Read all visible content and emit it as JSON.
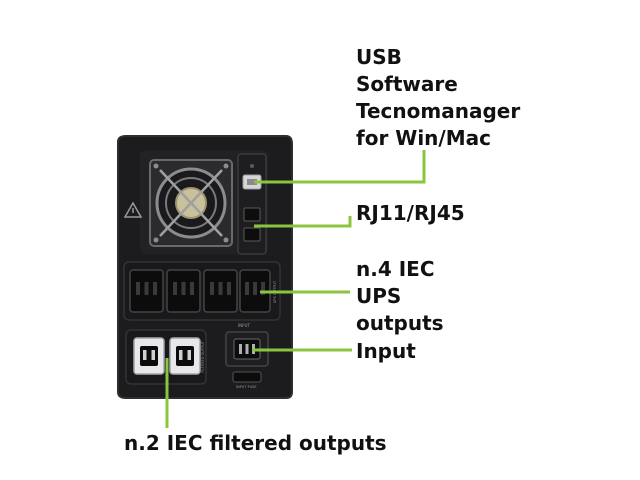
{
  "labels": {
    "usb": [
      "USB",
      "Software",
      "Tecnomanager",
      "for Win/Mac"
    ],
    "rj": [
      "RJ11/RJ45"
    ],
    "iec_ups": [
      "n.4 IEC",
      "UPS",
      "outputs"
    ],
    "input": [
      "Input"
    ],
    "iec_filtered": [
      "n.2 IEC filtered outputs"
    ]
  },
  "panel_text": {
    "input_caption": "INPUT",
    "input_fuse": "INPUT FUSE",
    "ups_outputs": "UPS OUTPUT",
    "filtered": "FILTERED OUTPUT"
  },
  "colors": {
    "callout": "#8bc53f",
    "device": "#1c1c1e",
    "device_edge": "#2e2e31",
    "text": "#111111"
  },
  "icons": [
    "warning-triangle-icon",
    "usb-icon",
    "fan-icon"
  ]
}
